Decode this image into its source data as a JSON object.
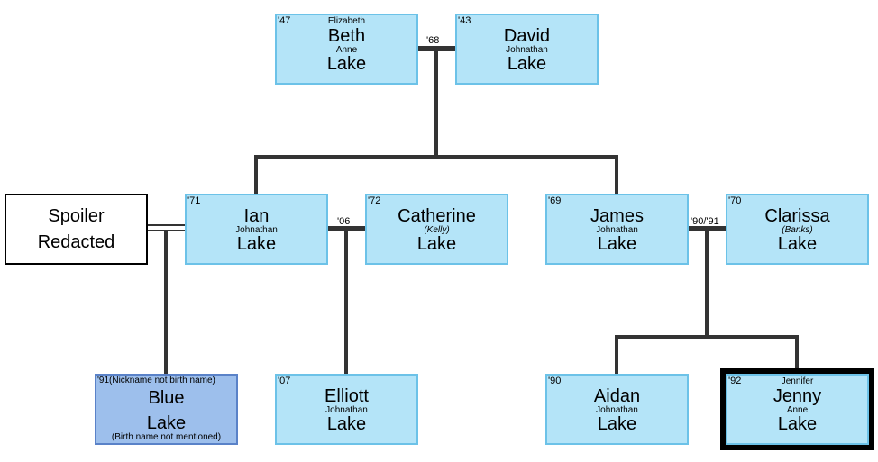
{
  "people": {
    "beth": {
      "year": "'47",
      "top": "Elizabeth",
      "first": "Beth",
      "middle": "Anne",
      "last": "Lake"
    },
    "david": {
      "year": "'43",
      "top": "",
      "first": "David",
      "middle": "Johnathan",
      "last": "Lake"
    },
    "spoiler": {
      "first": "Spoiler",
      "last": "Redacted"
    },
    "ian": {
      "year": "'71",
      "top": "",
      "first": "Ian",
      "middle": "Johnathan",
      "last": "Lake"
    },
    "catherine": {
      "year": "'72",
      "top": "",
      "first": "Catherine",
      "middle": "(Kelly)",
      "last": "Lake"
    },
    "james": {
      "year": "'69",
      "top": "",
      "first": "James",
      "middle": "Johnathan",
      "last": "Lake"
    },
    "clarissa": {
      "year": "'70",
      "top": "",
      "first": "Clarissa",
      "middle": "(Banks)",
      "last": "Lake"
    },
    "blue": {
      "year": "'91(Nickname not birth name)",
      "first": "Blue",
      "last": "Lake",
      "note": "(Birth name not mentioned)"
    },
    "elliott": {
      "year": "'07",
      "top": "",
      "first": "Elliott",
      "middle": "Johnathan",
      "last": "Lake"
    },
    "aidan": {
      "year": "'90",
      "top": "",
      "first": "Aidan",
      "middle": "Johnathan",
      "last": "Lake"
    },
    "jenny": {
      "year": "'92",
      "top": "Jennifer",
      "first": "Jenny",
      "middle": "Anne",
      "last": "Lake"
    }
  },
  "marriages": {
    "beth_david": "'68",
    "ian_catherine": "'06",
    "james_clarissa": "'90/'91"
  },
  "colors": {
    "box_fill": "#b4e4f8",
    "box_border": "#6cc2e8",
    "blue_fill": "#9dbfec",
    "line": "#333333"
  }
}
